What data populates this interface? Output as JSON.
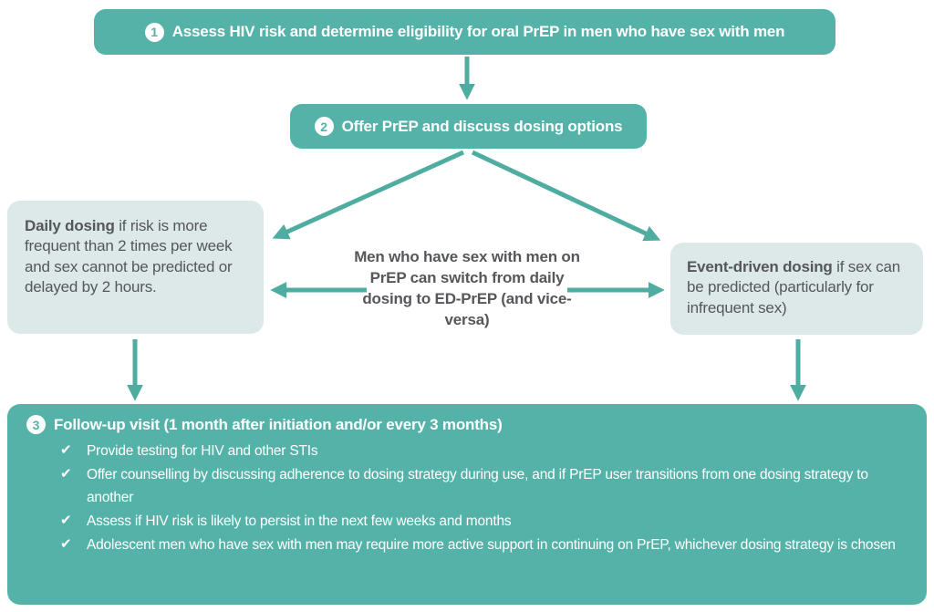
{
  "palette": {
    "teal": "#55b2a8",
    "arrow": "#4faca1",
    "light_box": "#dde9e8",
    "dark_text": "#55575b",
    "white_text": "#ffffff"
  },
  "flow": {
    "step1": {
      "number": "1",
      "label": "Assess HIV risk and determine eligibility for oral PrEP in men who have sex with men"
    },
    "step2": {
      "number": "2",
      "label": "Offer PrEP and discuss dosing options"
    },
    "daily_box": {
      "title": "Daily dosing",
      "body": "if risk is more frequent than 2 times per week and sex cannot be predicted or delayed by 2 hours."
    },
    "event_box": {
      "title": "Event-driven dosing",
      "body": "if sex can be predicted (particularly for infrequent sex)"
    },
    "switch_note": "Men who have sex with men on PrEP can switch from daily dosing to ED-PrEP (and vice-versa)",
    "step3": {
      "number": "3",
      "title": "Follow-up visit (1 month after initiation and/or every 3 months)",
      "bullet": "✔",
      "items": [
        "Provide testing for HIV and other STIs",
        "Offer counselling by discussing adherence to dosing strategy during use, and if PrEP user transitions from one dosing strategy to another",
        "Assess if HIV risk is likely to persist in the next few weeks and months",
        "Adolescent men who have sex with men may require more active support in continuing on PrEP, whichever dosing strategy is chosen"
      ]
    }
  }
}
